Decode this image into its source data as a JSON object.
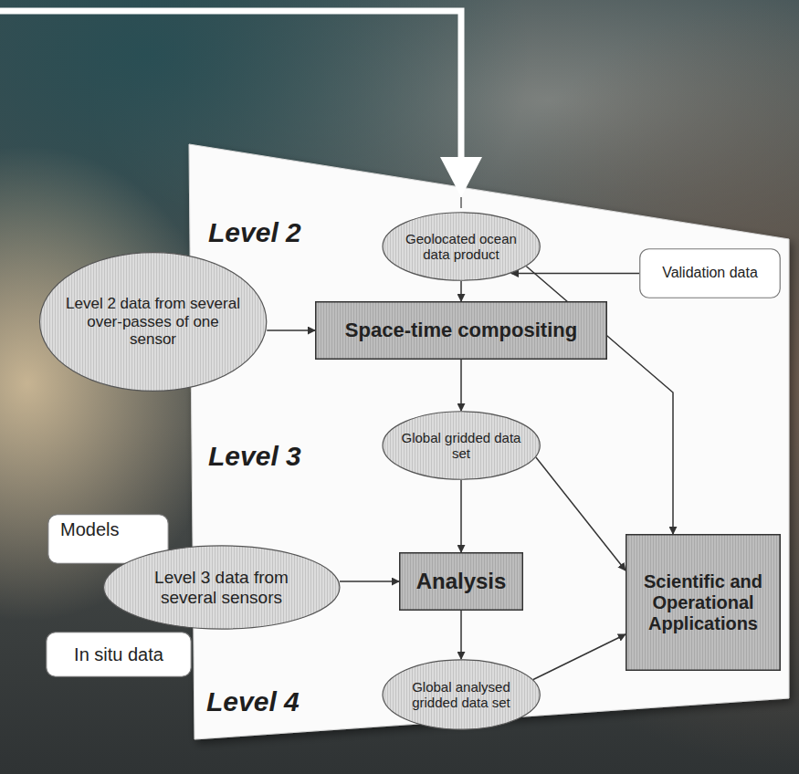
{
  "diagram": {
    "nodes": [
      {
        "text": [
          "Geolocated ocean data product"
        ]
      },
      {
        "text": [
          "Validation data"
        ]
      },
      {
        "text": [
          "Level 2 data from several over-passes of one sensor"
        ]
      },
      {
        "text": [
          "Space-time compositing"
        ]
      },
      {
        "text": [
          "Global gridded data set"
        ]
      },
      {
        "text": [
          "Models"
        ]
      },
      {
        "text": [
          "Level 3 data from several sensors"
        ]
      },
      {
        "text": [
          "Analysis"
        ]
      },
      {
        "text": [
          "In situ data"
        ]
      },
      {
        "text": [
          "Scientific and Operational Applications"
        ]
      },
      {
        "text": [
          "Global analysed gridded data set"
        ]
      }
    ],
    "edges": [
      {
        "from": 1,
        "to": 0,
        "arrow": "to"
      },
      {
        "from": 0,
        "to": 3,
        "arrow": "to"
      },
      {
        "from": 2,
        "to": 3,
        "arrow": "to"
      },
      {
        "from": 3,
        "to": 4,
        "arrow": "to"
      },
      {
        "from": 4,
        "to": 7,
        "arrow": "to"
      },
      {
        "from": 6,
        "to": 7,
        "arrow": "to"
      },
      {
        "from": 7,
        "to": 10,
        "arrow": "to"
      },
      {
        "from": 0,
        "to": 9,
        "arrow": "to"
      },
      {
        "from": 4,
        "to": 9,
        "arrow": "to"
      },
      {
        "from": 10,
        "to": 9,
        "arrow": "to"
      }
    ],
    "labels": [
      "Level 2",
      "Level 3",
      "Level 4"
    ]
  }
}
